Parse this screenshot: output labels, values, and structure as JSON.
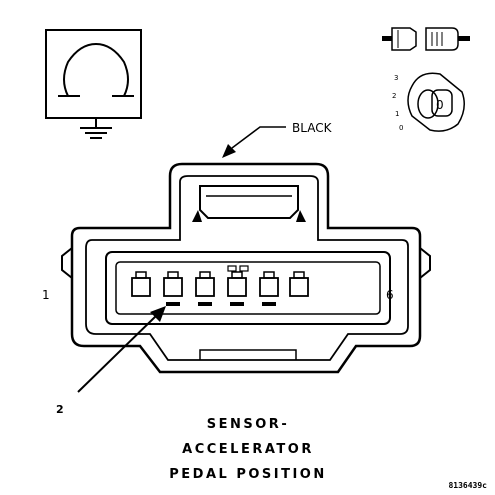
{
  "diagram": {
    "wire_color_label": "BLACK",
    "cavity_label_left": "1",
    "cavity_label_right": "6",
    "callout_number": "2",
    "title_lines": [
      "SENSOR-",
      "ACCELERATOR",
      "PEDAL POSITION"
    ],
    "figure_code": "8136439c",
    "ignition_positions": [
      "3",
      "2",
      "1",
      "0"
    ],
    "ground_symbol_icon": "ground-icon",
    "connector_icon": "connector-icon",
    "ignition_key_icon": "ignition-key-icon"
  }
}
